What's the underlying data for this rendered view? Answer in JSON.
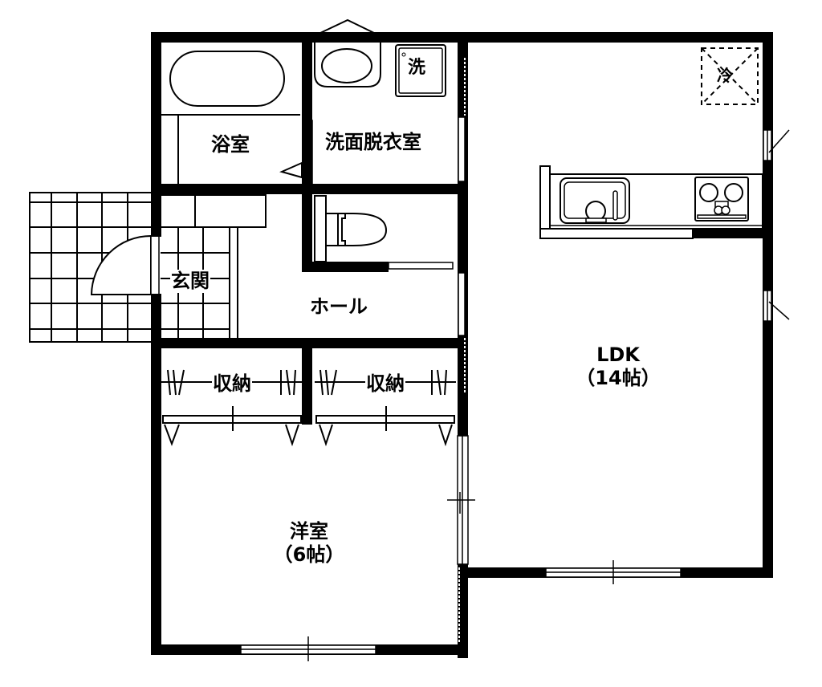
{
  "plan": {
    "colors": {
      "wall": "#000000",
      "line": "#000000",
      "background": "#ffffff"
    },
    "rooms": {
      "bath": {
        "label": "浴室"
      },
      "washroom": {
        "label": "洗面脱衣室",
        "washer_label": "洗"
      },
      "entrance": {
        "label": "玄関"
      },
      "hall": {
        "label": "ホール"
      },
      "storage1": {
        "label": "収納"
      },
      "storage2": {
        "label": "収納"
      },
      "western_room": {
        "label": "洋室",
        "size": "（6帖）"
      },
      "ldk": {
        "label": "LDK",
        "size": "（14帖）"
      },
      "fridge": {
        "label": "冷"
      }
    },
    "fixtures": [
      "bathtub",
      "wash-basin",
      "washing-machine",
      "toilet",
      "kitchen-sink",
      "stove",
      "refrigerator-space"
    ]
  }
}
